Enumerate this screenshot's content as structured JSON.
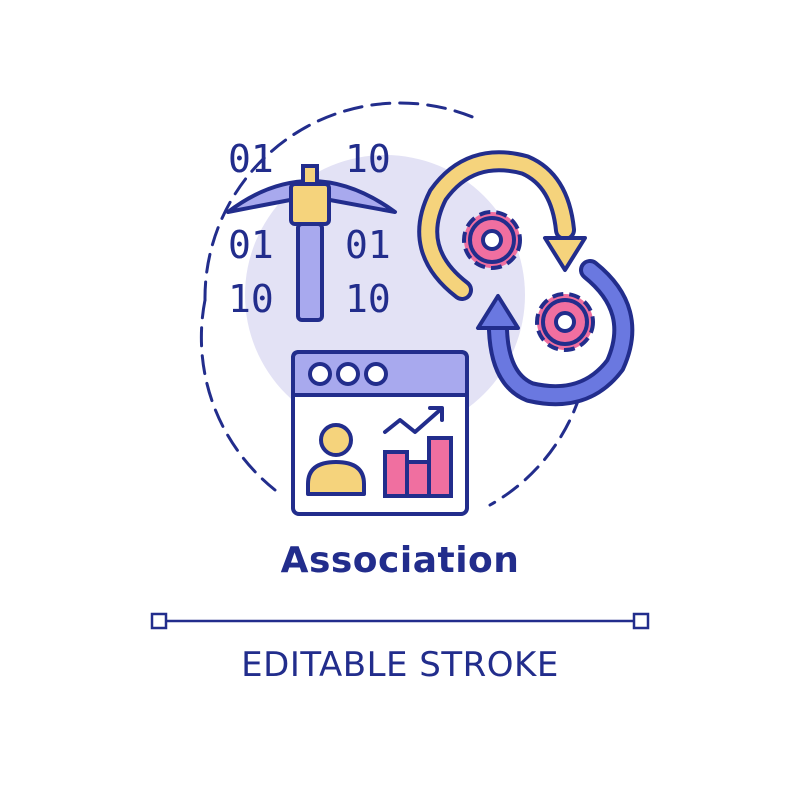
{
  "title": "Association",
  "caption": "EDITABLE STROKE",
  "binary": {
    "row1_left": "01",
    "row1_right": "10",
    "row2_left": "01",
    "row2_right": "01",
    "row3_left": "10",
    "row3_right": "10"
  },
  "colors": {
    "outline": "#222d8c",
    "circle_fill": "#e3e2f5",
    "lavender": "#a8a9ee",
    "yellow": "#f5d37c",
    "pink": "#f06fa0",
    "blue_arrow": "#6a78e0"
  },
  "icons": [
    "pickaxe-icon",
    "gears-cycle-icon",
    "dashboard-window-icon",
    "user-icon",
    "bar-chart-icon",
    "trend-line-icon"
  ]
}
